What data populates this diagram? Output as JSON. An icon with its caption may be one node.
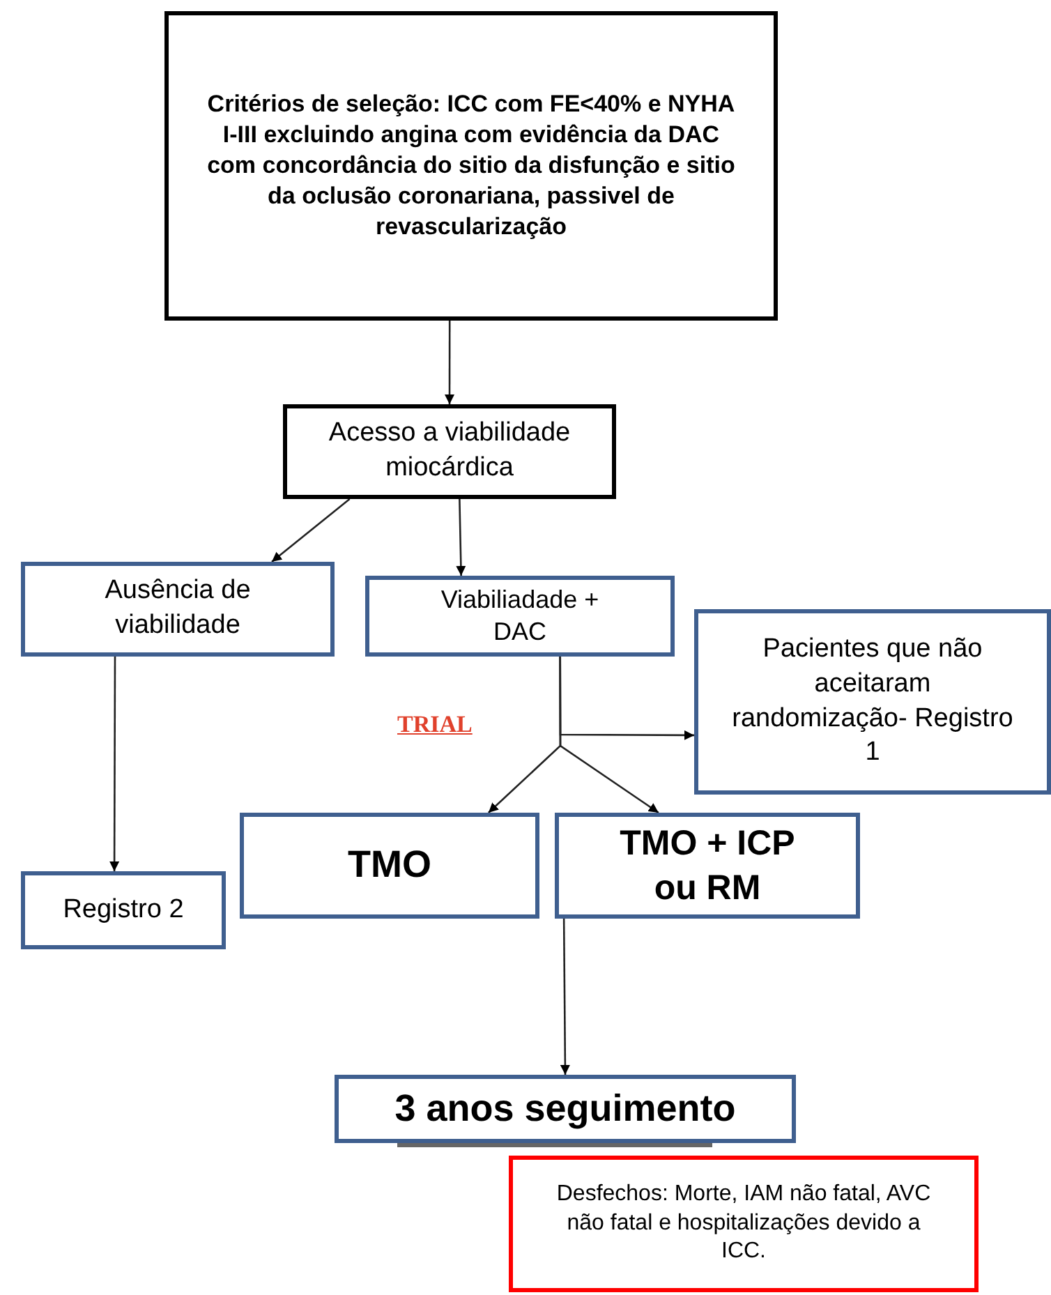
{
  "diagram": {
    "nodes": [
      {
        "text": [
          "Critérios de seleção: ICC com FE<40% e NYHA I-III excluindo angina com evidência da DAC com concordância do sitio da disfunção e sitio da oclusão coronariana, passivel de revascularização"
        ]
      },
      {
        "text": [
          "Acesso a viabilidade miocárdica"
        ]
      },
      {
        "text": [
          "Ausência de viabilidade"
        ]
      },
      {
        "text": [
          "Viabiliadade + DAC"
        ]
      },
      {
        "text": [
          "Pacientes que não aceitaram randomização- Registro 1"
        ]
      },
      {
        "text": [
          "TMO"
        ]
      },
      {
        "text": [
          "TMO + ICP ou RM"
        ]
      },
      {
        "text": [
          "Registro 2"
        ]
      },
      {
        "text": [
          "3 anos seguimento"
        ]
      },
      {
        "text": [
          "Desfechos: Morte, IAM não fatal, AVC não fatal e hospitalizações devido a ICC."
        ]
      }
    ],
    "edges": [
      {
        "from": 0,
        "to": 1,
        "arrow": "to"
      },
      {
        "from": 1,
        "to": 2,
        "arrow": "to"
      },
      {
        "from": 1,
        "to": 3,
        "arrow": "to"
      },
      {
        "from": 3,
        "to": 4,
        "arrow": "to"
      },
      {
        "from": 3,
        "to": 5,
        "arrow": "to"
      },
      {
        "from": 3,
        "to": 6,
        "arrow": "to"
      },
      {
        "from": 2,
        "to": 7,
        "arrow": "to"
      },
      {
        "from": 6,
        "to": 8,
        "arrow": "to"
      }
    ],
    "labels": [
      "TRIAL"
    ]
  }
}
